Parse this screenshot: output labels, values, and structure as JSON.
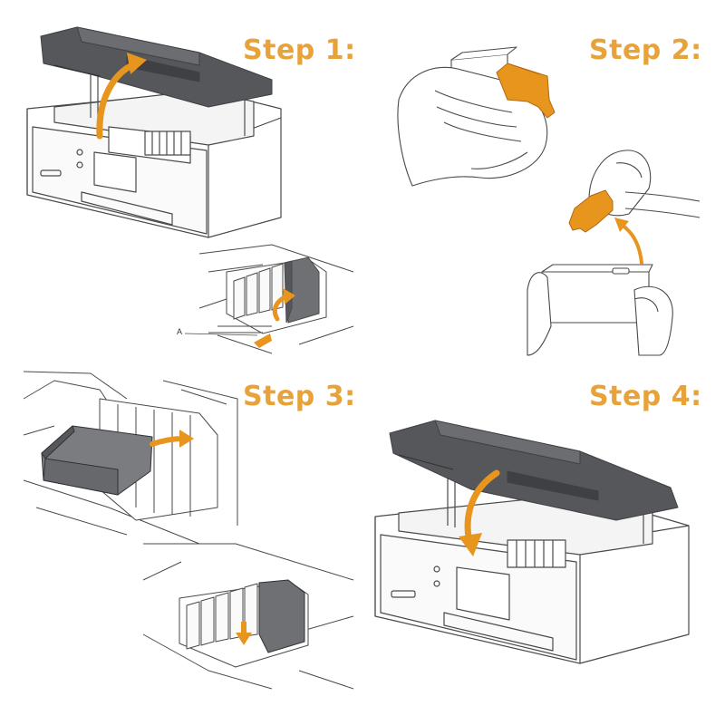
{
  "colors": {
    "accent": "#e8a23a",
    "cartridge_orange": "#e8951e",
    "printer_lid": "#55575a",
    "printer_lid_dark": "#3e4043",
    "outline": "#4a4a4a",
    "light_fill": "#f4f4f4"
  },
  "steps": [
    {
      "label": "Step 1:"
    },
    {
      "label": "Step 2:"
    },
    {
      "label": "Step 3:"
    },
    {
      "label": "Step 4:"
    }
  ],
  "callouts": {
    "a": "A"
  },
  "icons": {
    "open-lid-arrow": "curved-up-arrow",
    "peel-arrow": "curved-up-arrow",
    "insert-arrow": "curved-right-arrow",
    "push-down-arrow": "down-arrow",
    "close-lid-arrow": "curved-down-arrow"
  }
}
